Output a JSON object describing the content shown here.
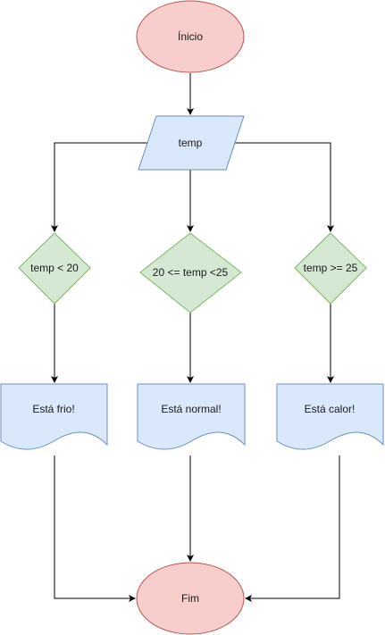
{
  "nodes": {
    "start": {
      "label": "Ínicio"
    },
    "input": {
      "label": "temp"
    },
    "cond_cold": {
      "label": "temp < 20"
    },
    "cond_normal": {
      "label": "20 <= temp <25"
    },
    "cond_hot": {
      "label": "temp >= 25"
    },
    "out_cold": {
      "label": "Está frio!"
    },
    "out_normal": {
      "label": "Está normal!"
    },
    "out_hot": {
      "label": "Está calor!"
    },
    "end": {
      "label": "Fim"
    }
  },
  "edges": [
    {
      "from": "start",
      "to": "input"
    },
    {
      "from": "input",
      "to": "cond_cold"
    },
    {
      "from": "input",
      "to": "cond_normal"
    },
    {
      "from": "input",
      "to": "cond_hot"
    },
    {
      "from": "cond_cold",
      "to": "out_cold"
    },
    {
      "from": "cond_normal",
      "to": "out_normal"
    },
    {
      "from": "cond_hot",
      "to": "out_hot"
    },
    {
      "from": "out_cold",
      "to": "end"
    },
    {
      "from": "out_normal",
      "to": "end"
    },
    {
      "from": "out_hot",
      "to": "end"
    }
  ]
}
